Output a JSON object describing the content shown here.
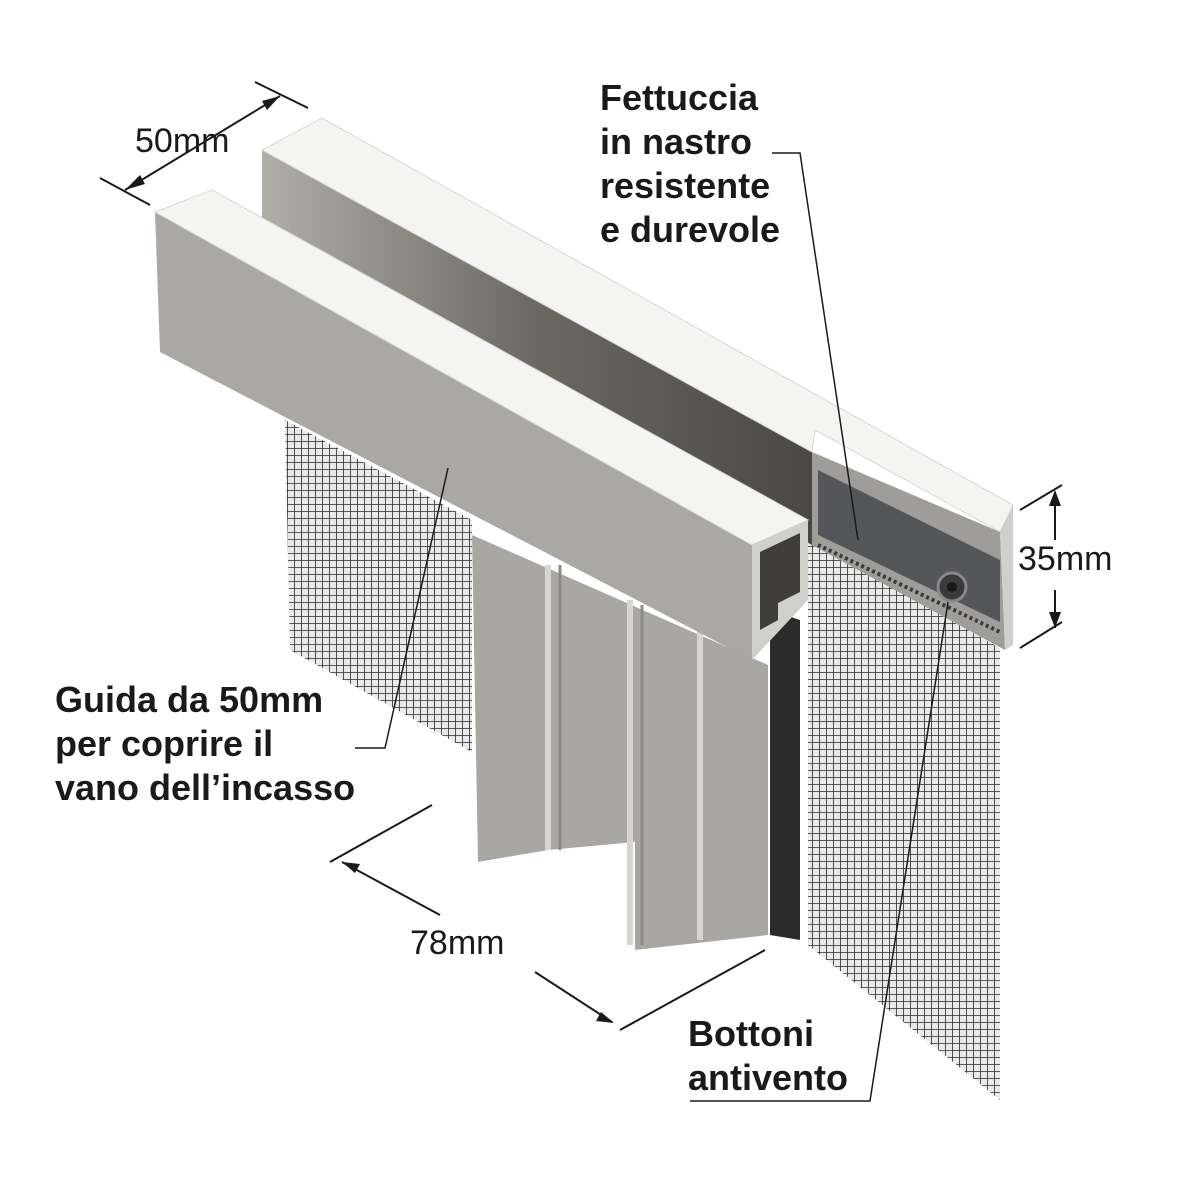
{
  "labels": {
    "fettuccia": [
      "Fettuccia",
      "in nastro",
      "resistente",
      "e durevole"
    ],
    "guida": [
      "Guida da 50mm",
      "per coprire il",
      "vano dell’incasso"
    ],
    "bottoni": [
      "Bottoni",
      "antivento"
    ]
  },
  "dimensions": {
    "width_top": "50mm",
    "height_tape": "35mm",
    "depth": "78mm"
  },
  "colors": {
    "rail_top": "#f4f4f2",
    "rail_face": "#a9a8a3",
    "tape": "#55565a",
    "mesh": "#2a2a2a"
  }
}
